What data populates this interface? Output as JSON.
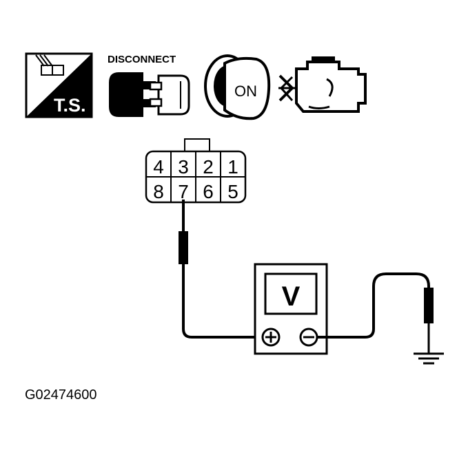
{
  "icons": {
    "ts_label": "T.S.",
    "disconnect_label": "DISCONNECT",
    "ignition_label": "ON"
  },
  "connector": {
    "top_row": [
      "4",
      "3",
      "2",
      "1"
    ],
    "bottom_row": [
      "8",
      "7",
      "6",
      "5"
    ]
  },
  "voltmeter": {
    "label": "V",
    "plus_symbol": "⊕",
    "minus_symbol": "⊖"
  },
  "figure_code": "G02474600"
}
